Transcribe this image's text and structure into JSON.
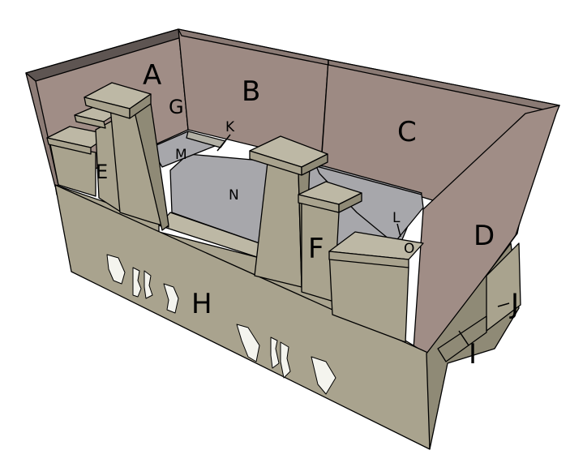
{
  "colors": {
    "wall_outer": "#a08d86",
    "wall_inner": "#9a8880",
    "wall_top": "#8a7a74",
    "wall_top_dark": "#5e5552",
    "stone": "#a9a38e",
    "stone_light": "#bdb8a5",
    "stone_dark": "#8f8a76",
    "floor": "#a7a7ab",
    "holes": "#f4f4ee",
    "outline": "#000000"
  },
  "labels": {
    "A": "A",
    "B": "B",
    "C": "C",
    "D": "D",
    "E": "E",
    "F": "F",
    "G": "G",
    "H": "H",
    "I": "I",
    "J": "J",
    "K": "K",
    "L": "L",
    "M": "M",
    "N": "N",
    "O": "O"
  }
}
